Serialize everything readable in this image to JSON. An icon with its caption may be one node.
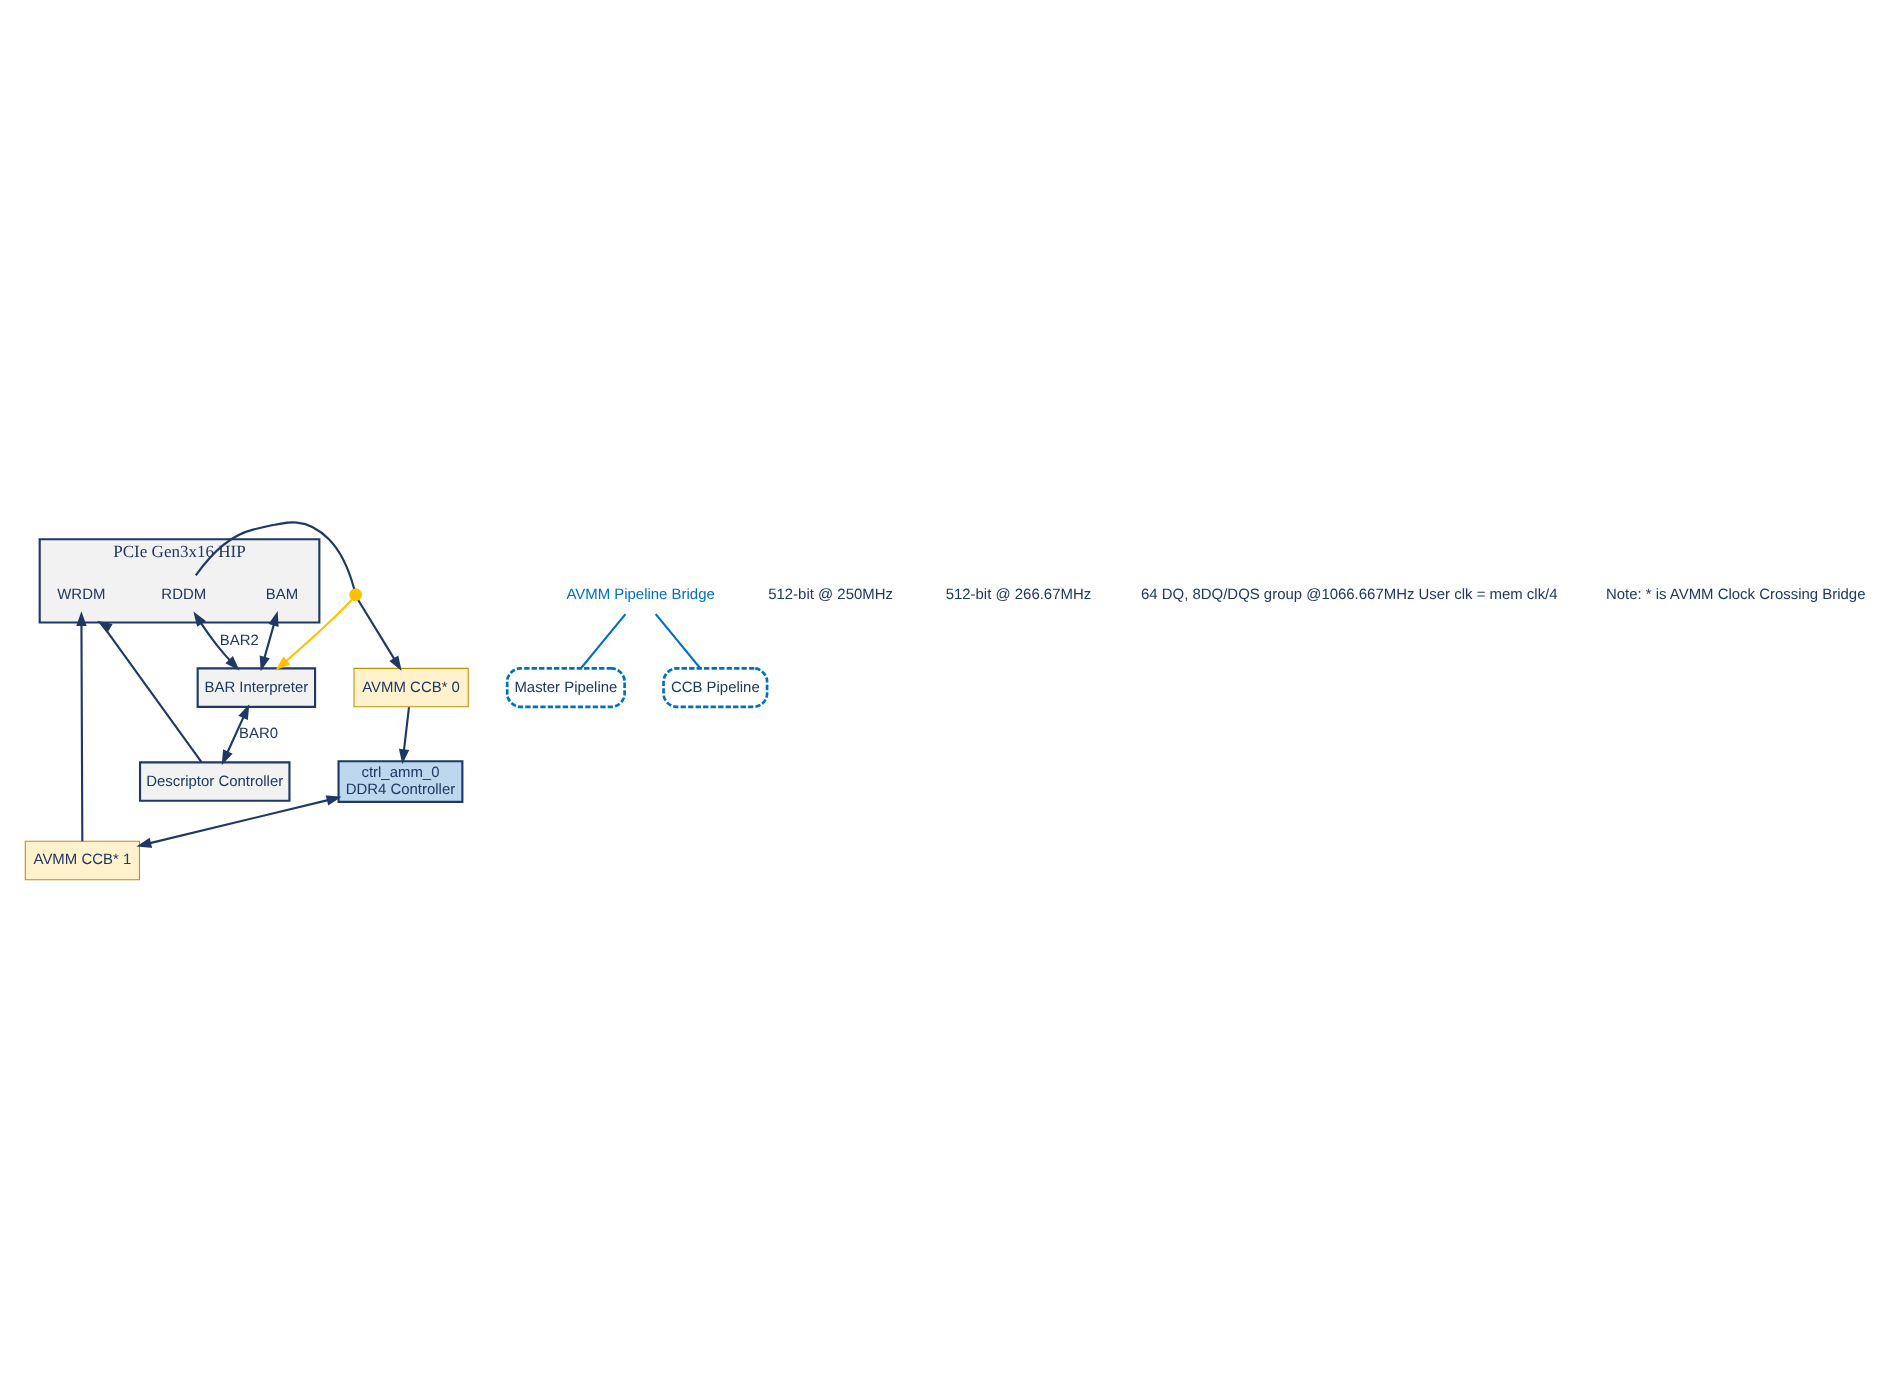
{
  "diagram": {
    "nodes": [
      {
        "text": [
          "PCIe Gen3x16 HIP"
        ]
      },
      {
        "text": [
          "WRDM"
        ],
        "in": 0
      },
      {
        "text": [
          "RDDM"
        ],
        "in": 0
      },
      {
        "text": [
          "BAM"
        ],
        "in": 0
      },
      {
        "text": [
          "BAR Interpreter"
        ]
      },
      {
        "text": [
          "Descriptor Controller"
        ]
      },
      {
        "text": [
          "Master Pipeline"
        ]
      },
      {
        "text": [
          "AVMM CCB* 1"
        ]
      },
      {
        "text": [
          "AVMM CCB* 0"
        ]
      },
      {
        "text": [
          "CCB Pipeline"
        ]
      },
      {
        "text": [
          "ctrl_amm_0",
          "DDR4 Controller"
        ]
      },
      {
        "text": [
          "AVMM Pipeline Bridge"
        ]
      },
      {
        "text": [],
        "shape": "circle"
      }
    ],
    "edges": [
      {
        "from": 7,
        "to": 1,
        "arrow": "to"
      },
      {
        "from": 2,
        "to": 12,
        "arrow": "none"
      },
      {
        "from": 12,
        "to": 8,
        "arrow": "to"
      },
      {
        "from": 2,
        "to": 4,
        "arrow": "both",
        "label": "BAR2"
      },
      {
        "from": 3,
        "to": 4,
        "arrow": "both"
      },
      {
        "from": 4,
        "to": 5,
        "arrow": "both",
        "label": "BAR0"
      },
      {
        "from": 5,
        "to": 0,
        "arrow": "to"
      },
      {
        "from": 12,
        "to": 4,
        "arrow": "to",
        "color": "#ffc000"
      },
      {
        "from": 8,
        "to": 10,
        "arrow": "to"
      },
      {
        "from": 10,
        "to": 7,
        "arrow": "both"
      },
      {
        "from": 11,
        "to": 6,
        "arrow": "none",
        "color": "#0070c0"
      },
      {
        "from": 11,
        "to": 9,
        "arrow": "none",
        "color": "#0070c0"
      }
    ],
    "labels": [
      "512-bit @ 250MHz",
      "512-bit @ 266.67MHz",
      "64 DQ, 8DQ/DQS group @1066.667MHz User clk = mem clk/4",
      "Note: * is AVMM Clock Crossing Bridge"
    ]
  }
}
